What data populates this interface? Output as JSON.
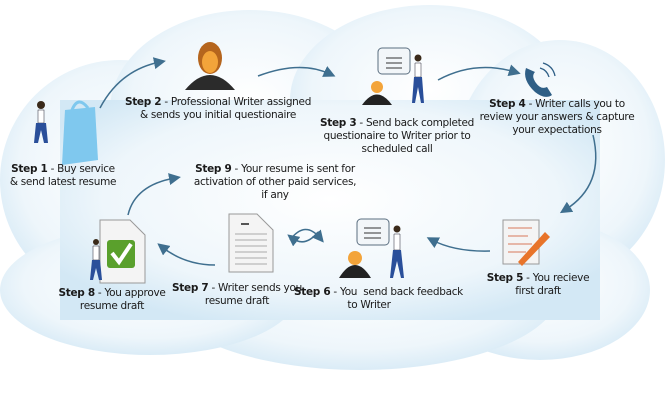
{
  "colors": {
    "cloud_light": "#f4f9fd",
    "cloud_edge": "#cfe5f3",
    "arrow": "#3f6f8f",
    "bag": "#7fc8ee",
    "check": "#5aa02c",
    "pencil": "#e8742a"
  },
  "steps": [
    {
      "label": "Step 1",
      "sep": " - ",
      "lines": [
        "Buy service",
        "& send latest resume"
      ],
      "icon": "shopping-bag-icon"
    },
    {
      "label": "Step 2",
      "sep": " - ",
      "lines": [
        "Professional Writer assigned",
        "& sends you initial questionaire"
      ],
      "icon": "writer-avatar-icon"
    },
    {
      "label": "Step 3",
      "sep": " - ",
      "lines": [
        "Send back completed",
        "questionaire to Writer prior to",
        "scheduled call"
      ],
      "icon": "conversation-icon"
    },
    {
      "label": "Step 4",
      "sep": " - ",
      "lines": [
        "Writer calls you to",
        "review your answers & capture",
        "your expectations"
      ],
      "icon": "phone-icon"
    },
    {
      "label": "Step 5",
      "sep": " - ",
      "lines": [
        "You recieve",
        "first draft"
      ],
      "icon": "edit-document-icon"
    },
    {
      "label": "Step 6",
      "sep": " - ",
      "lines": [
        "You  send back feedback",
        "to Writer"
      ],
      "icon": "conversation-icon"
    },
    {
      "label": "Step 7",
      "sep": " - ",
      "lines": [
        "Writer sends you",
        "resume draft"
      ],
      "icon": "document-icon"
    },
    {
      "label": "Step 8",
      "sep": " - ",
      "lines": [
        "You approve",
        "resume draft"
      ],
      "icon": "approved-document-icon"
    },
    {
      "label": "Step 9",
      "sep": " - ",
      "lines": [
        "Your resume is sent for",
        "activation of other paid services,",
        "if any"
      ],
      "icon": "arrow-icon"
    }
  ]
}
